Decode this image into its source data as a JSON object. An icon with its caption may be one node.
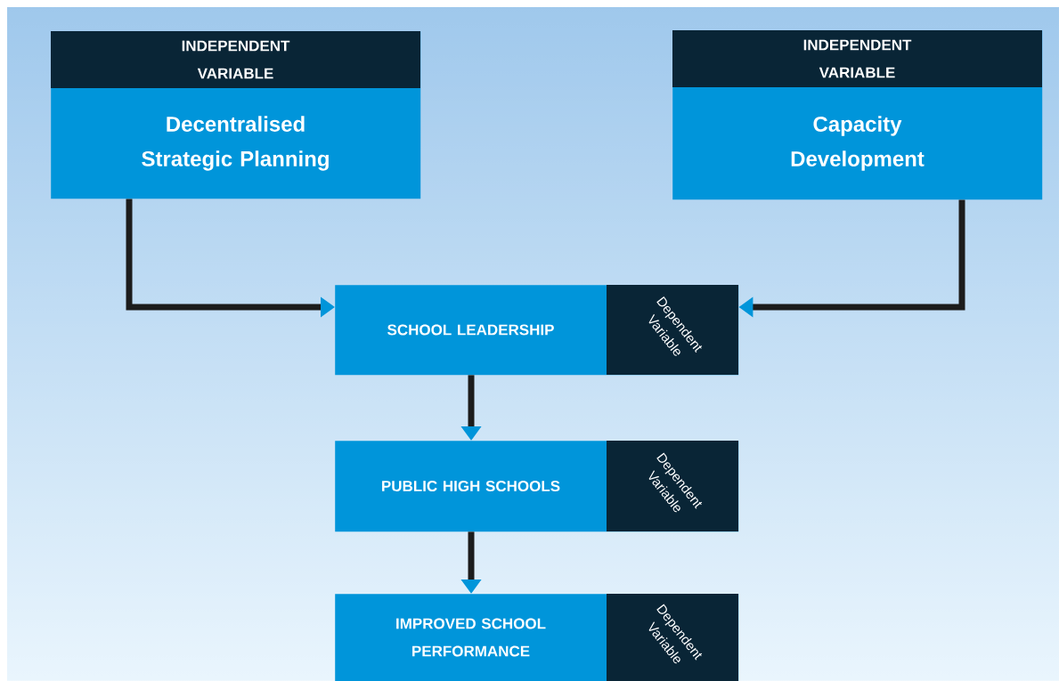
{
  "diagram": {
    "nodes": [
      {
        "text": [
          "INDEPENDENT VARIABLE",
          "Decentralised Strategic Planning"
        ]
      },
      {
        "text": [
          "INDEPENDENT VARIABLE",
          "Capacity Development"
        ]
      },
      {
        "text": [
          "SCHOOL LEADERSHIP",
          "Dependent Variable"
        ]
      },
      {
        "text": [
          "PUBLIC HIGH SCHOOLS",
          "Dependent Variable"
        ]
      },
      {
        "text": [
          "IMPROVED SCHOOL PERFORMANCE",
          "Dependent Variable"
        ]
      }
    ],
    "edges": [
      {
        "from": 0,
        "to": 2,
        "arrow": "to"
      },
      {
        "from": 1,
        "to": 2,
        "arrow": "to"
      },
      {
        "from": 2,
        "to": 3,
        "arrow": "to"
      },
      {
        "from": 3,
        "to": 4,
        "arrow": "to"
      }
    ]
  }
}
